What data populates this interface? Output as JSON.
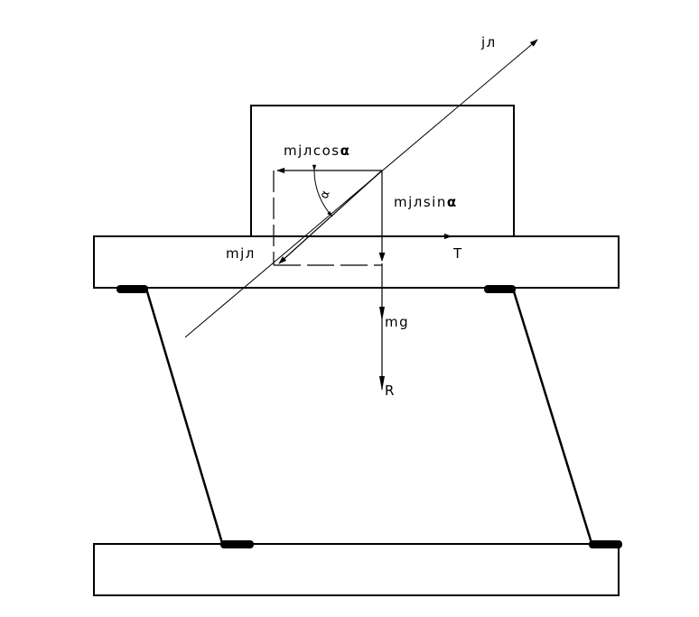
{
  "labels": {
    "axis": "jл",
    "cos_component": "mjлcos",
    "cos_alpha": "α",
    "sin_component": "mjлsin",
    "sin_alpha": "α",
    "angle": "α",
    "inertia_force": "mjл",
    "tension": "T",
    "gravity": "mg",
    "reaction": "R"
  },
  "colors": {
    "line": "#000000",
    "background": "#ffffff"
  }
}
